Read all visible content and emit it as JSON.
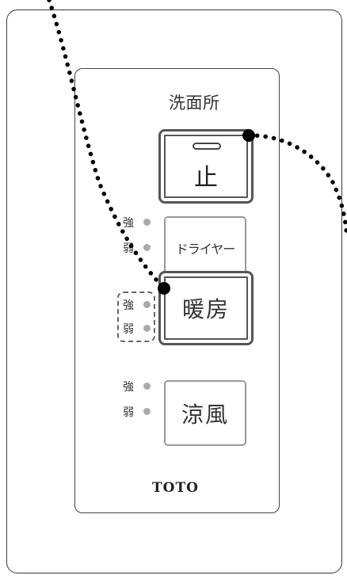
{
  "panel": {
    "room_label": "洗面所",
    "brand": "TOTO"
  },
  "buttons": {
    "stop": "止",
    "dryer": "ドライヤー",
    "heating": "暖房",
    "cooling": "涼風"
  },
  "indicators": {
    "strong": "強",
    "weak": "弱"
  },
  "colors": {
    "led": "#aaaaaa",
    "callout_dots": "#000000"
  }
}
